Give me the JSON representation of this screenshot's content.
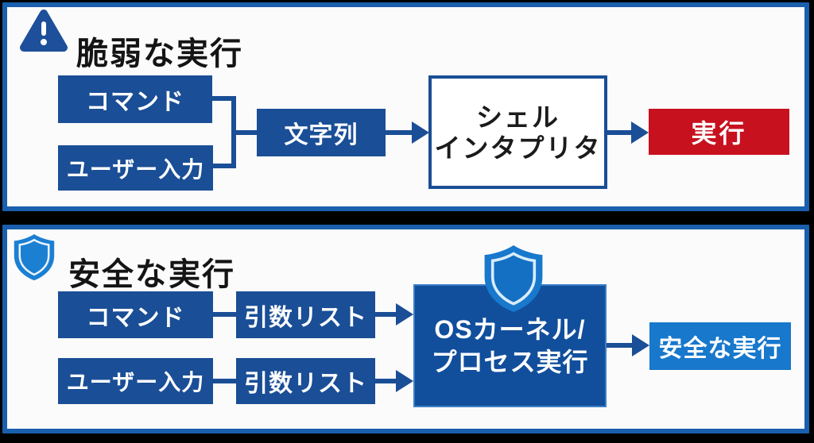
{
  "vulnerable_panel": {
    "title": "脆弱な実行",
    "icon": "warning-triangle",
    "nodes": {
      "command": {
        "label": "コマンド"
      },
      "user_input": {
        "label": "ユーザー入力"
      },
      "string": {
        "label": "文字列"
      },
      "shell_interpreter": {
        "line1": "シェル",
        "line2": "インタプリタ"
      },
      "execute": {
        "label": "実行"
      }
    }
  },
  "safe_panel": {
    "title": "安全な実行",
    "icon": "shield",
    "nodes": {
      "command": {
        "label": "コマンド"
      },
      "command_args": {
        "label": "引数リスト"
      },
      "user_input": {
        "label": "ユーザー入力"
      },
      "user_args": {
        "label": "引数リスト"
      },
      "os_kernel": {
        "line1": "OSカーネル/",
        "line2": "プロセス実行"
      },
      "safe_execution": {
        "label": "安全な実行"
      }
    }
  },
  "colors": {
    "outer_background": "#000000",
    "panel_background": "#fbfbfb",
    "panel_border": "#1a5fae",
    "navy_box": "#1a4e96",
    "connector": "#1a4e96",
    "danger_red": "#c8111f",
    "bright_blue": "#1878cc",
    "os_box_blue": "#114f9c",
    "title_text": "#141414",
    "box_text": "#ffffff"
  }
}
